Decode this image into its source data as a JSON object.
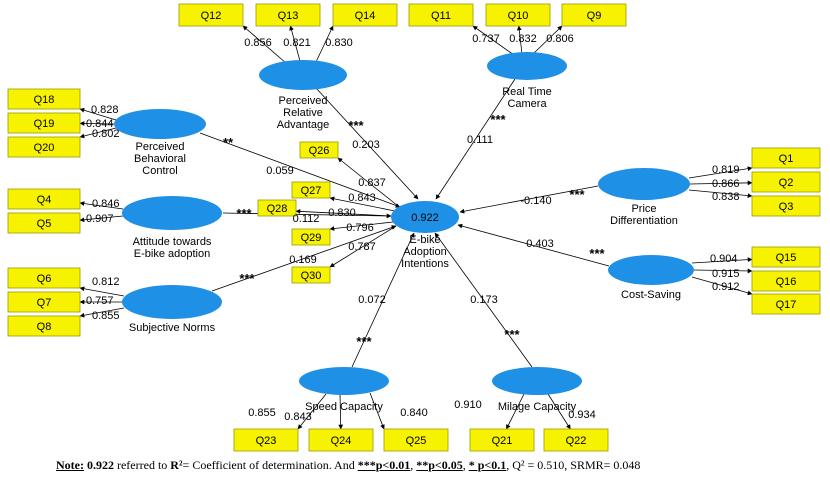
{
  "colors": {
    "construct_fill": "#1e90e6",
    "indicator_fill": "#f7f300",
    "line": "#000000",
    "target_text": "#ffffff"
  },
  "target": {
    "id": "EA",
    "r2": "0.922",
    "label": [
      "E-bike",
      "Adoption",
      "Intentions"
    ]
  },
  "constructs": [
    {
      "id": "PRA",
      "label": [
        "Perceived",
        "Relative",
        "Advantage"
      ]
    },
    {
      "id": "RTC",
      "label": [
        "Real Time",
        "Camera"
      ]
    },
    {
      "id": "PBC",
      "label": [
        "Perceived",
        "Behavioral",
        "Control"
      ]
    },
    {
      "id": "ATT",
      "label": [
        "Attitude towards",
        "E-bike adoption"
      ]
    },
    {
      "id": "SN",
      "label": [
        "Subjective Norms"
      ]
    },
    {
      "id": "PD",
      "label": [
        "Price",
        "Differentiation"
      ]
    },
    {
      "id": "CS",
      "label": [
        "Cost-Saving"
      ]
    },
    {
      "id": "SC",
      "label": [
        "Speed Capacity"
      ]
    },
    {
      "id": "MC",
      "label": [
        "Milage Capacity"
      ]
    }
  ],
  "indicators": [
    {
      "id": "Q12",
      "construct": "PRA",
      "loading": "0.856"
    },
    {
      "id": "Q13",
      "construct": "PRA",
      "loading": "0.821"
    },
    {
      "id": "Q14",
      "construct": "PRA",
      "loading": "0.830"
    },
    {
      "id": "Q11",
      "construct": "RTC",
      "loading": "0.737"
    },
    {
      "id": "Q10",
      "construct": "RTC",
      "loading": "0.832"
    },
    {
      "id": "Q9",
      "construct": "RTC",
      "loading": "0.806"
    },
    {
      "id": "Q18",
      "construct": "PBC",
      "loading": "0.828"
    },
    {
      "id": "Q19",
      "construct": "PBC",
      "loading": "0.844"
    },
    {
      "id": "Q20",
      "construct": "PBC",
      "loading": "0.802"
    },
    {
      "id": "Q4",
      "construct": "ATT",
      "loading": "0.846"
    },
    {
      "id": "Q5",
      "construct": "ATT",
      "loading": "0.907"
    },
    {
      "id": "Q6",
      "construct": "SN",
      "loading": "0.812"
    },
    {
      "id": "Q7",
      "construct": "SN",
      "loading": "0.757"
    },
    {
      "id": "Q8",
      "construct": "SN",
      "loading": "0.855"
    },
    {
      "id": "Q1",
      "construct": "PD",
      "loading": "0.819"
    },
    {
      "id": "Q2",
      "construct": "PD",
      "loading": "0.866"
    },
    {
      "id": "Q3",
      "construct": "PD",
      "loading": "0.838"
    },
    {
      "id": "Q15",
      "construct": "CS",
      "loading": "0.904"
    },
    {
      "id": "Q16",
      "construct": "CS",
      "loading": "0.915"
    },
    {
      "id": "Q17",
      "construct": "CS",
      "loading": "0.912"
    },
    {
      "id": "Q23",
      "construct": "SC",
      "loading": "0.855"
    },
    {
      "id": "Q24",
      "construct": "SC",
      "loading": "0.843"
    },
    {
      "id": "Q25",
      "construct": "SC",
      "loading": "0.840"
    },
    {
      "id": "Q21",
      "construct": "MC",
      "loading": "0.910"
    },
    {
      "id": "Q22",
      "construct": "MC",
      "loading": "0.934"
    },
    {
      "id": "Q26",
      "construct": "EA",
      "loading": "0.837"
    },
    {
      "id": "Q27",
      "construct": "EA",
      "loading": "0.843"
    },
    {
      "id": "Q28",
      "construct": "EA",
      "loading": "0.830"
    },
    {
      "id": "Q29",
      "construct": "EA",
      "loading": "0.796"
    },
    {
      "id": "Q30",
      "construct": "EA",
      "loading": "0.787"
    }
  ],
  "paths": [
    {
      "from": "PRA",
      "to": "EA",
      "coef": "0.203",
      "stars": "***"
    },
    {
      "from": "RTC",
      "to": "EA",
      "coef": "0.111",
      "stars": "***"
    },
    {
      "from": "PBC",
      "to": "EA",
      "coef": "0.059",
      "stars": "**"
    },
    {
      "from": "ATT",
      "to": "EA",
      "coef": "0.112",
      "stars": "***"
    },
    {
      "from": "SN",
      "to": "EA",
      "coef": "0.169",
      "stars": "***"
    },
    {
      "from": "PD",
      "to": "EA",
      "coef": "-0.140",
      "stars": "***"
    },
    {
      "from": "CS",
      "to": "EA",
      "coef": "0.403",
      "stars": "***"
    },
    {
      "from": "SC",
      "to": "EA",
      "coef": "0.072",
      "stars": "***"
    },
    {
      "from": "MC",
      "to": "EA",
      "coef": "0.173",
      "stars": "***"
    }
  ],
  "note": {
    "label": "Note:",
    "r2_value": "0.922",
    "t1": "referred to",
    "r2_sym": "R²",
    "t2": "= Coefficient of determination. And",
    "p1": "***p<0.01",
    "sep1": ",",
    "p2": "**p<0.05",
    "sep2": ",",
    "p3": "* p<0.1",
    "tail": ", Q² = 0.510, SRMR= 0.048"
  }
}
